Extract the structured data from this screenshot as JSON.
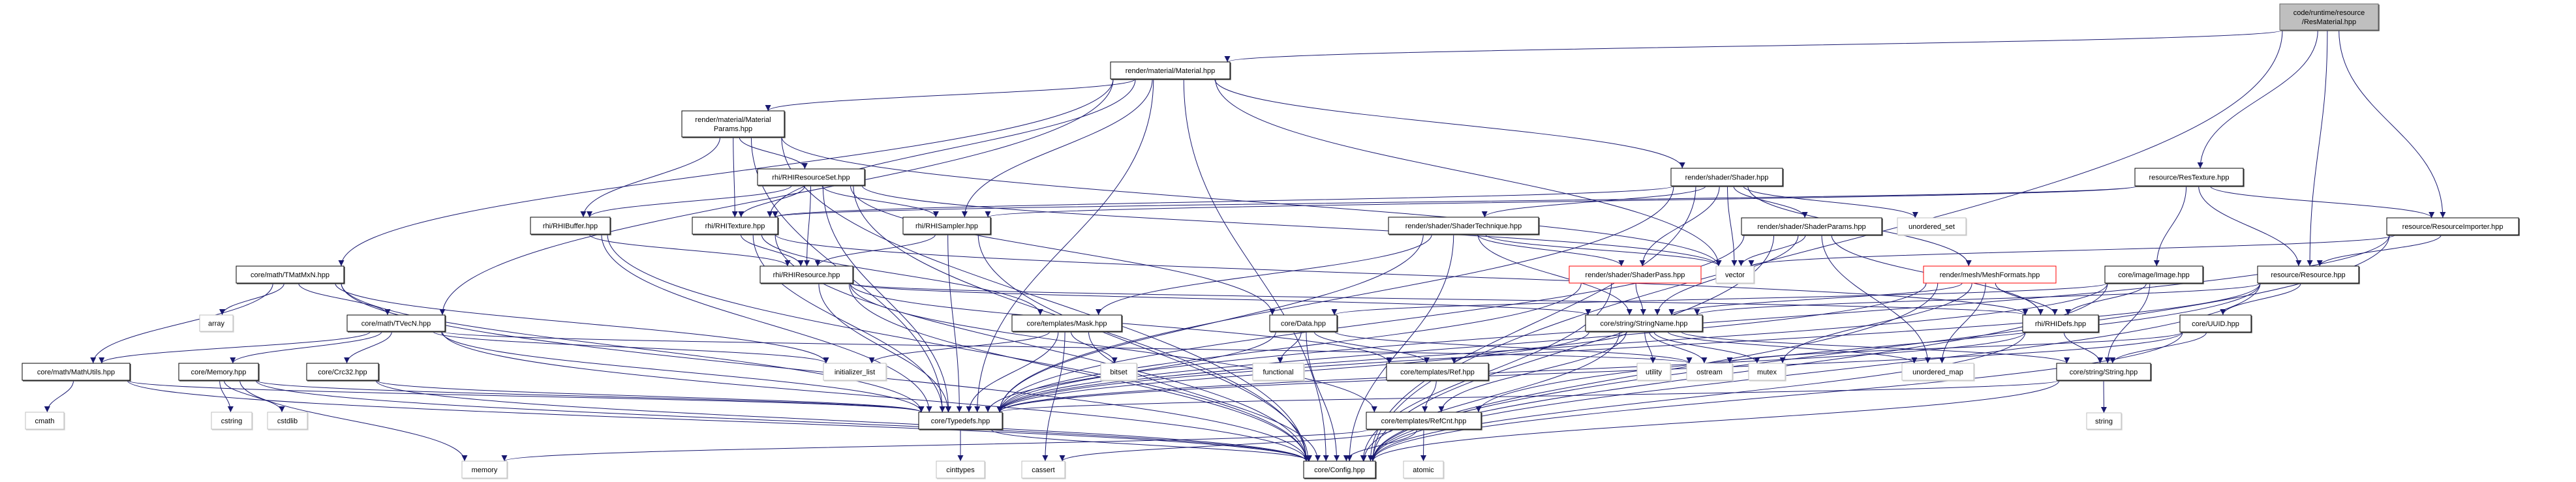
{
  "graph": {
    "edge_color": "#191970",
    "nodes": [
      {
        "id": "resmaterial",
        "lines": [
          "code/runtime/resource",
          "/ResMaterial.hpp"
        ],
        "kind": "root"
      },
      {
        "id": "material",
        "lines": [
          "render/material/Material.hpp"
        ],
        "kind": "file"
      },
      {
        "id": "materialparams",
        "lines": [
          "render/material/Material",
          "Params.hpp"
        ],
        "kind": "file"
      },
      {
        "id": "rhiresourceset",
        "lines": [
          "rhi/RHIResourceSet.hpp"
        ],
        "kind": "file"
      },
      {
        "id": "rhibuffer",
        "lines": [
          "rhi/RHIBuffer.hpp"
        ],
        "kind": "file"
      },
      {
        "id": "rhitexture",
        "lines": [
          "rhi/RHITexture.hpp"
        ],
        "kind": "file"
      },
      {
        "id": "rhisampler",
        "lines": [
          "rhi/RHISampler.hpp"
        ],
        "kind": "file"
      },
      {
        "id": "rhiresource",
        "lines": [
          "rhi/RHIResource.hpp"
        ],
        "kind": "file"
      },
      {
        "id": "shader",
        "lines": [
          "render/shader/Shader.hpp"
        ],
        "kind": "file"
      },
      {
        "id": "shadertechnique",
        "lines": [
          "render/shader/ShaderTechnique.hpp"
        ],
        "kind": "file"
      },
      {
        "id": "shaderparams",
        "lines": [
          "render/shader/ShaderParams.hpp"
        ],
        "kind": "file"
      },
      {
        "id": "shaderpass",
        "lines": [
          "render/shader/ShaderPass.hpp"
        ],
        "kind": "missing"
      },
      {
        "id": "meshformats",
        "lines": [
          "render/mesh/MeshFormats.hpp"
        ],
        "kind": "missing"
      },
      {
        "id": "restexture",
        "lines": [
          "resource/ResTexture.hpp"
        ],
        "kind": "file"
      },
      {
        "id": "resourceimporter",
        "lines": [
          "resource/ResourceImporter.hpp"
        ],
        "kind": "file"
      },
      {
        "id": "image",
        "lines": [
          "core/image/Image.hpp"
        ],
        "kind": "file"
      },
      {
        "id": "resource",
        "lines": [
          "resource/Resource.hpp"
        ],
        "kind": "file"
      },
      {
        "id": "uuid",
        "lines": [
          "core/UUID.hpp"
        ],
        "kind": "file"
      },
      {
        "id": "tmatmxn",
        "lines": [
          "core/math/TMatMxN.hpp"
        ],
        "kind": "file"
      },
      {
        "id": "tvecn",
        "lines": [
          "core/math/TVecN.hpp"
        ],
        "kind": "file"
      },
      {
        "id": "mathutils",
        "lines": [
          "core/math/MathUtils.hpp"
        ],
        "kind": "file"
      },
      {
        "id": "memoryhpp",
        "lines": [
          "core/Memory.hpp"
        ],
        "kind": "file"
      },
      {
        "id": "crc32",
        "lines": [
          "core/Crc32.hpp"
        ],
        "kind": "file"
      },
      {
        "id": "mask",
        "lines": [
          "core/templates/Mask.hpp"
        ],
        "kind": "file"
      },
      {
        "id": "data",
        "lines": [
          "core/Data.hpp"
        ],
        "kind": "file"
      },
      {
        "id": "stringname",
        "lines": [
          "core/string/StringName.hpp"
        ],
        "kind": "file"
      },
      {
        "id": "rhidefs",
        "lines": [
          "rhi/RHIDefs.hpp"
        ],
        "kind": "file"
      },
      {
        "id": "ref",
        "lines": [
          "core/templates/Ref.hpp"
        ],
        "kind": "file"
      },
      {
        "id": "refcnt",
        "lines": [
          "core/templates/RefCnt.hpp"
        ],
        "kind": "file"
      },
      {
        "id": "stringhpp",
        "lines": [
          "core/string/String.hpp"
        ],
        "kind": "file"
      },
      {
        "id": "typedefs",
        "lines": [
          "core/Typedefs.hpp"
        ],
        "kind": "file"
      },
      {
        "id": "config",
        "lines": [
          "core/Config.hpp"
        ],
        "kind": "file"
      },
      {
        "id": "array",
        "lines": [
          "array"
        ],
        "kind": "sys"
      },
      {
        "id": "cmath",
        "lines": [
          "cmath"
        ],
        "kind": "sys"
      },
      {
        "id": "cstring",
        "lines": [
          "cstring"
        ],
        "kind": "sys"
      },
      {
        "id": "cstdlib",
        "lines": [
          "cstdlib"
        ],
        "kind": "sys"
      },
      {
        "id": "memory",
        "lines": [
          "memory"
        ],
        "kind": "sys"
      },
      {
        "id": "initializer_list",
        "lines": [
          "initializer_list"
        ],
        "kind": "sys"
      },
      {
        "id": "bitset",
        "lines": [
          "bitset"
        ],
        "kind": "sys"
      },
      {
        "id": "functional",
        "lines": [
          "functional"
        ],
        "kind": "sys"
      },
      {
        "id": "utility",
        "lines": [
          "utility"
        ],
        "kind": "sys"
      },
      {
        "id": "ostream",
        "lines": [
          "ostream"
        ],
        "kind": "sys"
      },
      {
        "id": "mutex",
        "lines": [
          "mutex"
        ],
        "kind": "sys"
      },
      {
        "id": "unordered_map",
        "lines": [
          "unordered_map"
        ],
        "kind": "sys"
      },
      {
        "id": "unordered_set",
        "lines": [
          "unordered_set"
        ],
        "kind": "sys"
      },
      {
        "id": "vector",
        "lines": [
          "vector"
        ],
        "kind": "sys"
      },
      {
        "id": "string",
        "lines": [
          "string"
        ],
        "kind": "sys"
      },
      {
        "id": "cinttypes",
        "lines": [
          "cinttypes"
        ],
        "kind": "sys"
      },
      {
        "id": "cassert",
        "lines": [
          "cassert"
        ],
        "kind": "sys"
      },
      {
        "id": "atomic",
        "lines": [
          "atomic"
        ],
        "kind": "sys"
      }
    ],
    "edges": [
      [
        "resmaterial",
        "material"
      ],
      [
        "resmaterial",
        "restexture"
      ],
      [
        "resmaterial",
        "resource"
      ],
      [
        "resmaterial",
        "resourceimporter"
      ],
      [
        "resmaterial",
        "config"
      ],
      [
        "material",
        "materialparams"
      ],
      [
        "material",
        "rhitexture"
      ],
      [
        "material",
        "rhisampler"
      ],
      [
        "material",
        "shader"
      ],
      [
        "material",
        "tvecn"
      ],
      [
        "material",
        "tmatmxn"
      ],
      [
        "material",
        "typedefs"
      ],
      [
        "material",
        "vector"
      ],
      [
        "material",
        "config"
      ],
      [
        "materialparams",
        "rhiresourceset"
      ],
      [
        "materialparams",
        "rhibuffer"
      ],
      [
        "materialparams",
        "rhitexture"
      ],
      [
        "materialparams",
        "typedefs"
      ],
      [
        "materialparams",
        "config"
      ],
      [
        "materialparams",
        "vector"
      ],
      [
        "rhiresourceset",
        "rhibuffer"
      ],
      [
        "rhiresourceset",
        "rhitexture"
      ],
      [
        "rhiresourceset",
        "rhisampler"
      ],
      [
        "rhiresourceset",
        "rhiresource"
      ],
      [
        "rhiresourceset",
        "data"
      ],
      [
        "rhiresourceset",
        "typedefs"
      ],
      [
        "rhiresourceset",
        "config"
      ],
      [
        "rhiresourceset",
        "vector"
      ],
      [
        "rhibuffer",
        "rhiresource"
      ],
      [
        "rhibuffer",
        "typedefs"
      ],
      [
        "rhibuffer",
        "config"
      ],
      [
        "rhitexture",
        "rhiresource"
      ],
      [
        "rhitexture",
        "typedefs"
      ],
      [
        "rhitexture",
        "config"
      ],
      [
        "rhitexture",
        "rhidefs"
      ],
      [
        "rhitexture",
        "mask"
      ],
      [
        "rhisampler",
        "rhiresource"
      ],
      [
        "rhisampler",
        "typedefs"
      ],
      [
        "rhisampler",
        "config"
      ],
      [
        "rhiresource",
        "typedefs"
      ],
      [
        "rhiresource",
        "config"
      ],
      [
        "rhiresource",
        "rhidefs"
      ],
      [
        "rhiresource",
        "ref"
      ],
      [
        "rhiresource",
        "refcnt"
      ],
      [
        "rhiresource",
        "stringname"
      ],
      [
        "shader",
        "shadertechnique"
      ],
      [
        "shader",
        "shaderparams"
      ],
      [
        "shader",
        "shaderpass"
      ],
      [
        "shader",
        "meshformats"
      ],
      [
        "shader",
        "vector"
      ],
      [
        "shader",
        "unordered_set"
      ],
      [
        "shader",
        "typedefs"
      ],
      [
        "shader",
        "config"
      ],
      [
        "shader",
        "rhitexture"
      ],
      [
        "shadertechnique",
        "shaderpass"
      ],
      [
        "shadertechnique",
        "stringname"
      ],
      [
        "shadertechnique",
        "mask"
      ],
      [
        "shadertechnique",
        "typedefs"
      ],
      [
        "shadertechnique",
        "config"
      ],
      [
        "shadertechnique",
        "vector"
      ],
      [
        "shaderparams",
        "vector"
      ],
      [
        "shaderparams",
        "stringname"
      ],
      [
        "shaderparams",
        "rhidefs"
      ],
      [
        "shaderparams",
        "unordered_map"
      ],
      [
        "shaderparams",
        "typedefs"
      ],
      [
        "shaderparams",
        "config"
      ],
      [
        "shaderpass",
        "stringname"
      ],
      [
        "shaderpass",
        "typedefs"
      ],
      [
        "shaderpass",
        "config"
      ],
      [
        "meshformats",
        "rhidefs"
      ],
      [
        "meshformats",
        "stringname"
      ],
      [
        "meshformats",
        "unordered_map"
      ],
      [
        "meshformats",
        "mutex"
      ],
      [
        "meshformats",
        "typedefs"
      ],
      [
        "meshformats",
        "config"
      ],
      [
        "restexture",
        "image"
      ],
      [
        "restexture",
        "resource"
      ],
      [
        "restexture",
        "resourceimporter"
      ],
      [
        "restexture",
        "rhitexture"
      ],
      [
        "restexture",
        "rhisampler"
      ],
      [
        "resourceimporter",
        "resource"
      ],
      [
        "resourceimporter",
        "vector"
      ],
      [
        "resourceimporter",
        "typedefs"
      ],
      [
        "resourceimporter",
        "config"
      ],
      [
        "image",
        "rhidefs"
      ],
      [
        "image",
        "stringhpp"
      ],
      [
        "image",
        "data"
      ],
      [
        "image",
        "typedefs"
      ],
      [
        "image",
        "config"
      ],
      [
        "resource",
        "uuid"
      ],
      [
        "resource",
        "stringname"
      ],
      [
        "resource",
        "refcnt"
      ],
      [
        "resource",
        "typedefs"
      ],
      [
        "resource",
        "config"
      ],
      [
        "uuid",
        "stringhpp"
      ],
      [
        "uuid",
        "ostream"
      ],
      [
        "uuid",
        "typedefs"
      ],
      [
        "uuid",
        "config"
      ],
      [
        "tmatmxn",
        "tvecn"
      ],
      [
        "tmatmxn",
        "array"
      ],
      [
        "tmatmxn",
        "mathutils"
      ],
      [
        "tmatmxn",
        "typedefs"
      ],
      [
        "tmatmxn",
        "config"
      ],
      [
        "tmatmxn",
        "initializer_list"
      ],
      [
        "tvecn",
        "mathutils"
      ],
      [
        "tvecn",
        "memoryhpp"
      ],
      [
        "tvecn",
        "crc32"
      ],
      [
        "tvecn",
        "initializer_list"
      ],
      [
        "tvecn",
        "typedefs"
      ],
      [
        "tvecn",
        "config"
      ],
      [
        "tvecn",
        "ostream"
      ],
      [
        "mathutils",
        "cmath"
      ],
      [
        "mathutils",
        "typedefs"
      ],
      [
        "mathutils",
        "config"
      ],
      [
        "memoryhpp",
        "cstring"
      ],
      [
        "memoryhpp",
        "cstdlib"
      ],
      [
        "memoryhpp",
        "memory"
      ],
      [
        "memoryhpp",
        "typedefs"
      ],
      [
        "memoryhpp",
        "config"
      ],
      [
        "crc32",
        "typedefs"
      ],
      [
        "crc32",
        "config"
      ],
      [
        "mask",
        "initializer_list"
      ],
      [
        "mask",
        "bitset"
      ],
      [
        "mask",
        "typedefs"
      ],
      [
        "mask",
        "cassert"
      ],
      [
        "mask",
        "config"
      ],
      [
        "data",
        "functional"
      ],
      [
        "data",
        "ref"
      ],
      [
        "data",
        "typedefs"
      ],
      [
        "data",
        "config"
      ],
      [
        "data",
        "ostream"
      ],
      [
        "stringname",
        "ref"
      ],
      [
        "stringname",
        "refcnt"
      ],
      [
        "stringname",
        "typedefs"
      ],
      [
        "stringname",
        "config"
      ],
      [
        "stringname",
        "utility"
      ],
      [
        "stringname",
        "ostream"
      ],
      [
        "stringname",
        "mutex"
      ],
      [
        "stringname",
        "unordered_map"
      ],
      [
        "stringname",
        "stringhpp"
      ],
      [
        "ref",
        "refcnt"
      ],
      [
        "refcnt",
        "config"
      ],
      [
        "refcnt",
        "atomic"
      ],
      [
        "refcnt",
        "cassert"
      ],
      [
        "refcnt",
        "memory"
      ],
      [
        "rhidefs",
        "stringhpp"
      ],
      [
        "rhidefs",
        "typedefs"
      ],
      [
        "rhidefs",
        "config"
      ],
      [
        "stringhpp",
        "string"
      ],
      [
        "stringhpp",
        "typedefs"
      ],
      [
        "stringhpp",
        "config"
      ],
      [
        "typedefs",
        "cinttypes"
      ],
      [
        "typedefs",
        "config"
      ]
    ]
  }
}
